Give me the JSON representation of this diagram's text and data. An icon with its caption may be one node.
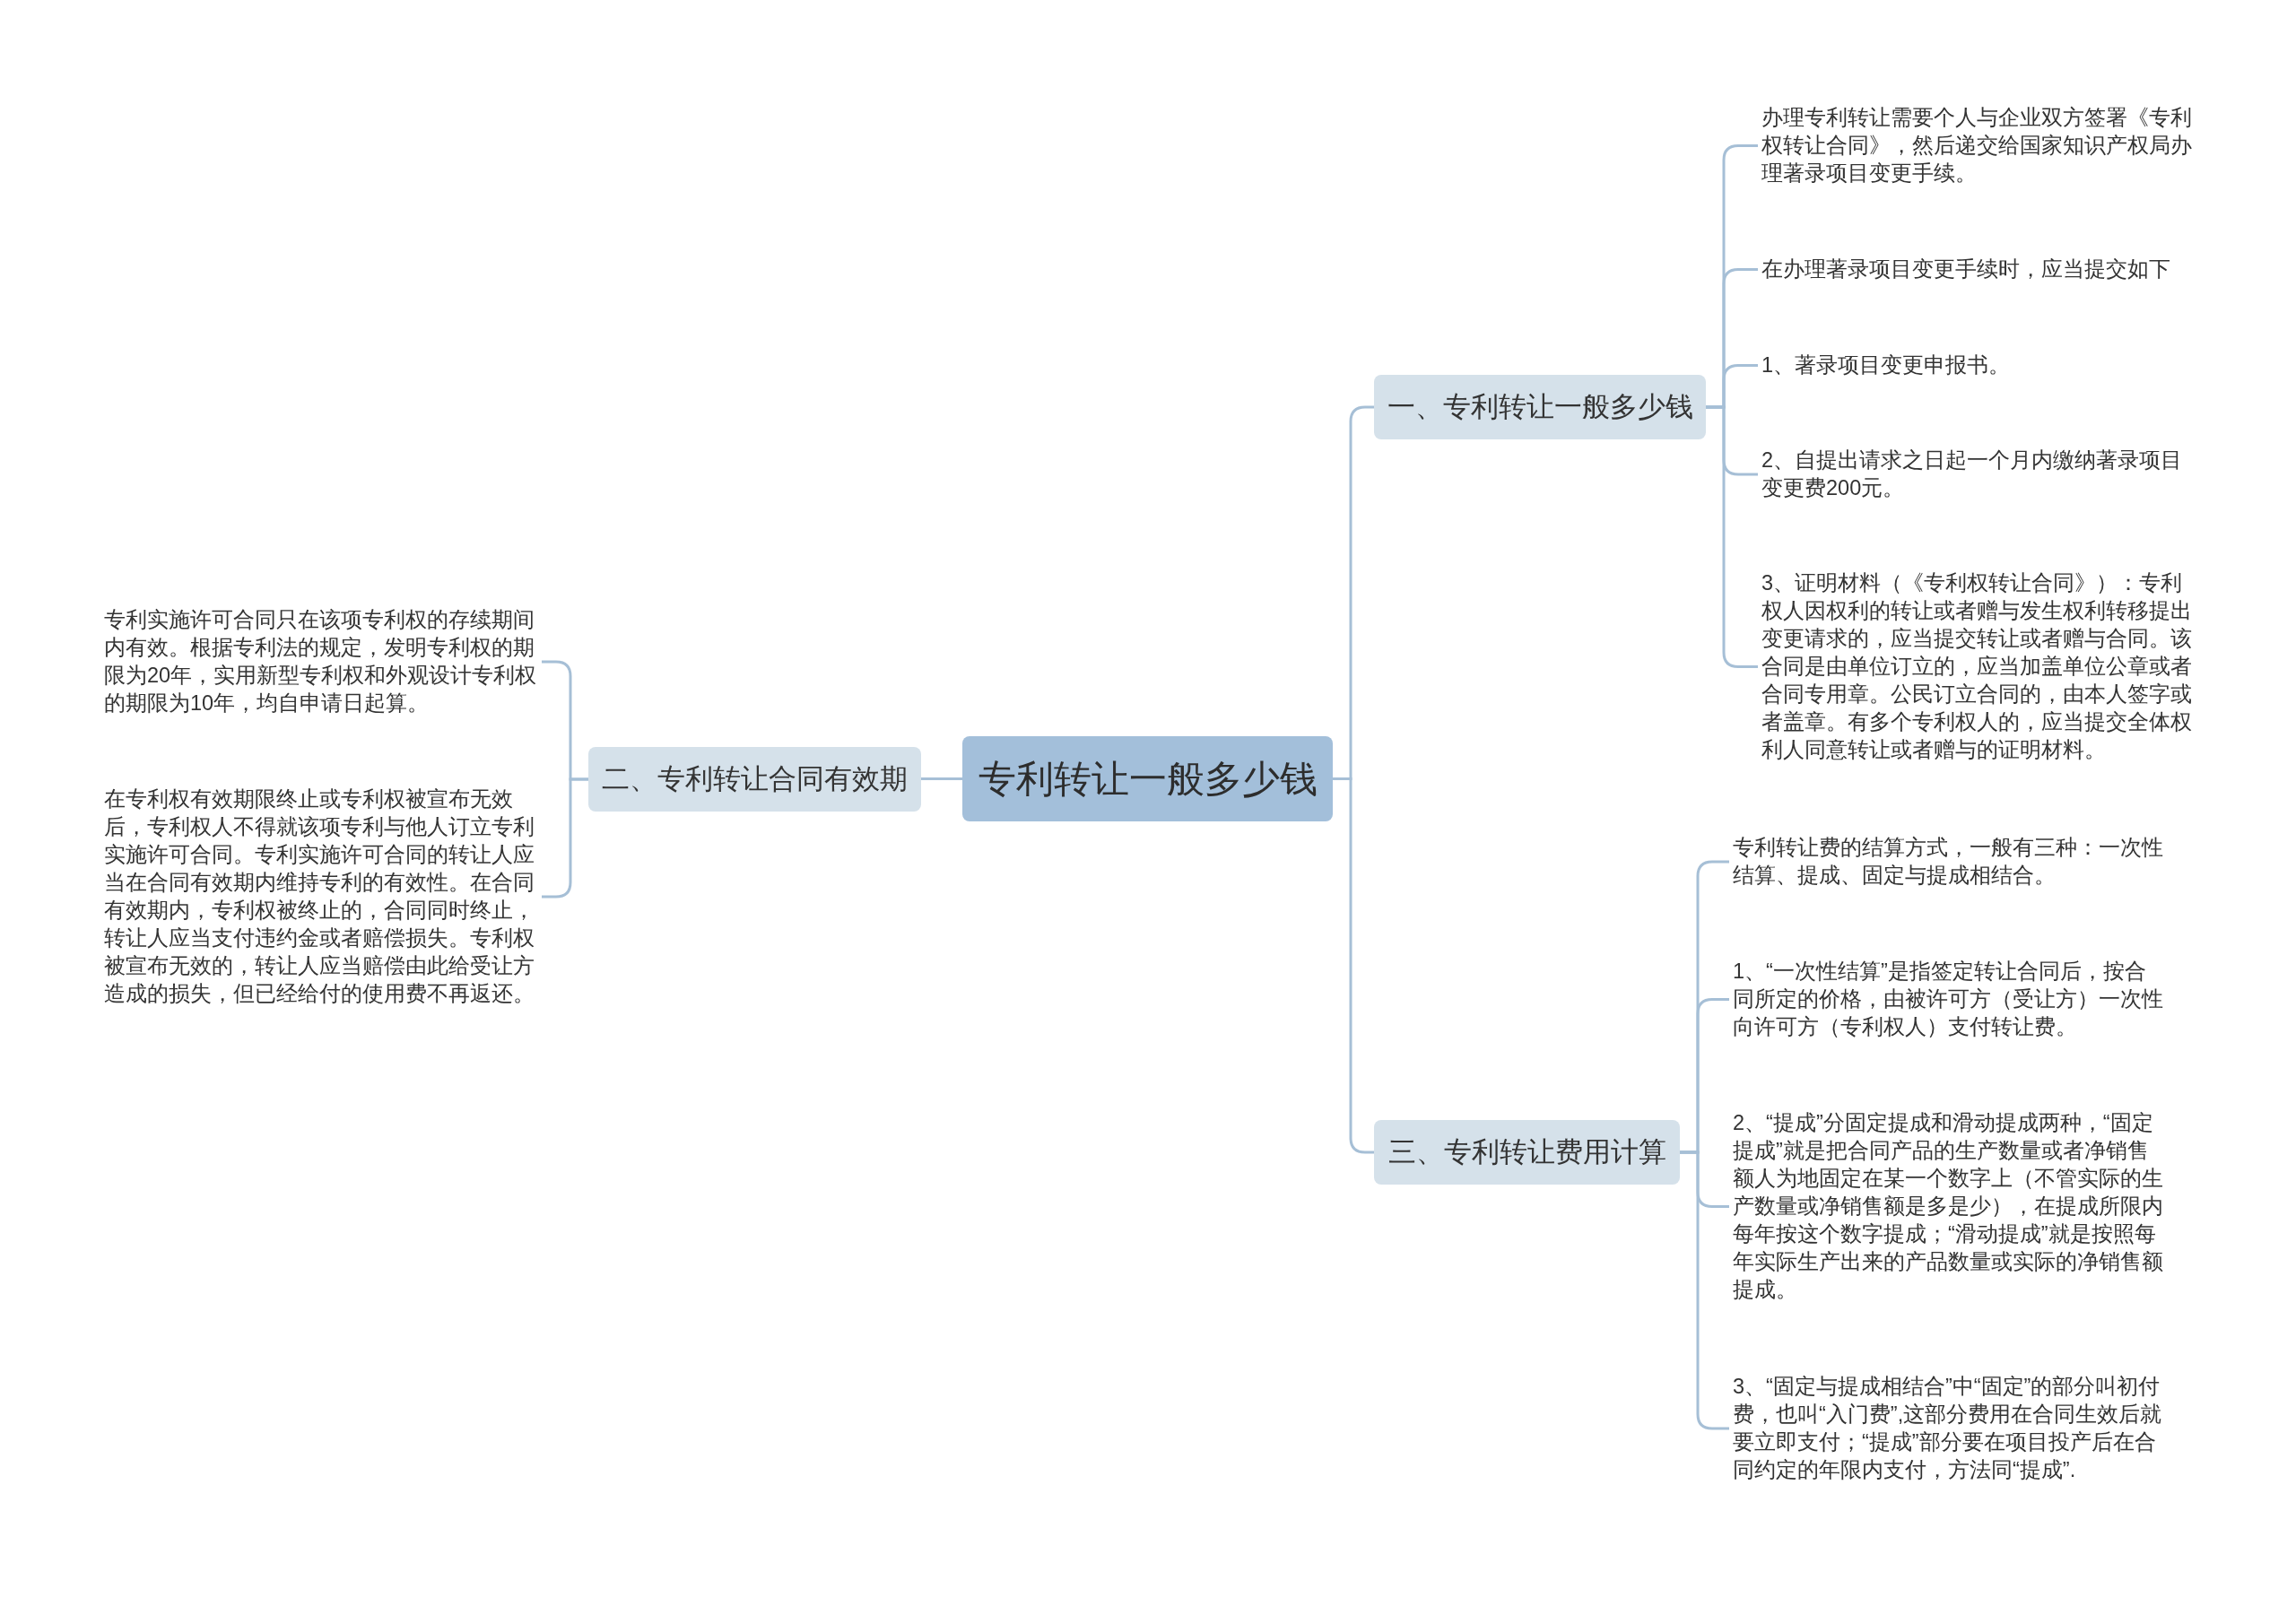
{
  "diagram": {
    "nodes": [
      {
        "text": [
          "专利转让一般多少钱"
        ]
      },
      {
        "text": [
          "一、专利转让一般多少钱"
        ]
      },
      {
        "text": [
          "办理专利转让需要个人与企业双方签署《专利权转让合同》，然后递交给国家知识产权局办理著录项目变更手续。"
        ]
      },
      {
        "text": [
          "在办理著录项目变更手续时，应当提交如下"
        ]
      },
      {
        "text": [
          "1、著录项目变更申报书。"
        ]
      },
      {
        "text": [
          "2、自提出请求之日起一个月内缴纳著录项目变更费200元。"
        ]
      },
      {
        "text": [
          "3、证明材料（《专利权转让合同》）：专利权人因权利的转让或者赠与发生权利转移提出变更请求的，应当提交转让或者赠与合同。该合同是由单位订立的，应当加盖单位公章或者合同专用章。公民订立合同的，由本人签字或者盖章。有多个专利权人的，应当提交全体权利人同意转让或者赠与的证明材料。"
        ]
      },
      {
        "text": [
          "二、专利转让合同有效期"
        ]
      },
      {
        "text": [
          "专利实施许可合同只在该项专利权的存续期间内有效。根据专利法的规定，发明专利权的期限为20年，实用新型专利权和外观设计专利权的期限为10年，均自申请日起算。"
        ]
      },
      {
        "text": [
          "在专利权有效期限终止或专利权被宣布无效后，专利权人不得就该项专利与他人订立专利实施许可合同。专利实施许可合同的转让人应当在合同有效期内维持专利的有效性。在合同有效期内，专利权被终止的，合同同时终止，转让人应当支付违约金或者赔偿损失。专利权被宣布无效的，转让人应当赔偿由此给受让方造成的损失，但已经给付的使用费不再返还。"
        ]
      },
      {
        "text": [
          "三、专利转让费用计算"
        ]
      },
      {
        "text": [
          "专利转让费的结算方式，一般有三种：一次性结算、提成、固定与提成相结合。"
        ]
      },
      {
        "text": [
          "1、“一次性结算”是指签定转让合同后，按合同所定的价格，由被许可方（受让方）一次性向许可方（专利权人）支付转让费。"
        ]
      },
      {
        "text": [
          "2、“提成”分固定提成和滑动提成两种，“固定提成”就是把合同产品的生产数量或者净销售额人为地固定在某一个数字上（不管实际的生产数量或净销售额是多是少），在提成所限内每年按这个数字提成；“滑动提成”就是按照每年实际生产出来的产品数量或实际的净销售额提成。"
        ]
      },
      {
        "text": [
          "3、“固定与提成相结合”中“固定”的部分叫初付费，也叫“入门费”,这部分费用在合同生效后就要立即支付；“提成”部分要在项目投产后在合同约定的年限内支付，方法同“提成”."
        ]
      }
    ],
    "edges": [
      {
        "from": 0,
        "to": 1,
        "arrow": "none"
      },
      {
        "from": 1,
        "to": 2,
        "arrow": "none"
      },
      {
        "from": 1,
        "to": 3,
        "arrow": "none"
      },
      {
        "from": 1,
        "to": 4,
        "arrow": "none"
      },
      {
        "from": 1,
        "to": 5,
        "arrow": "none"
      },
      {
        "from": 1,
        "to": 6,
        "arrow": "none"
      },
      {
        "from": 0,
        "to": 7,
        "arrow": "none"
      },
      {
        "from": 7,
        "to": 8,
        "arrow": "none"
      },
      {
        "from": 7,
        "to": 9,
        "arrow": "none"
      },
      {
        "from": 0,
        "to": 10,
        "arrow": "none"
      },
      {
        "from": 10,
        "to": 11,
        "arrow": "none"
      },
      {
        "from": 10,
        "to": 12,
        "arrow": "none"
      },
      {
        "from": 10,
        "to": 13,
        "arrow": "none"
      },
      {
        "from": 10,
        "to": 14,
        "arrow": "none"
      }
    ]
  }
}
